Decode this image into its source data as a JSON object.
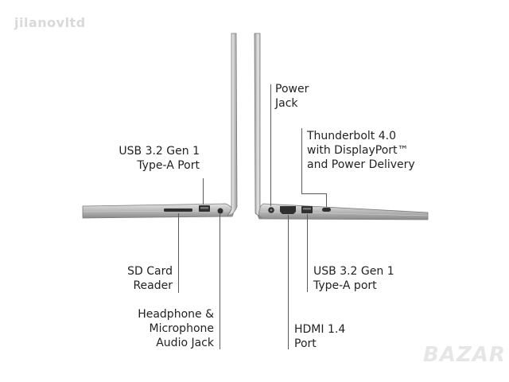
{
  "watermark": "jilanovltd",
  "brand_mark": "BAZAR",
  "colors": {
    "chassis_light": "#d7d7d7",
    "chassis_dark": "#8f8f8f",
    "port_dark": "#2f2f2f",
    "leader_line": "#5a5a5a",
    "text": "#222222"
  },
  "labels": {
    "usb_left": [
      "USB 3.2 Gen 1",
      "Type-A Port"
    ],
    "sd_card": [
      "SD Card",
      "Reader"
    ],
    "headphone": [
      "Headphone &",
      "Microphone",
      "Audio Jack"
    ],
    "power": [
      "Power",
      "Jack"
    ],
    "thunderbolt": [
      "Thunderbolt 4.0",
      "with DisplayPort™",
      "and Power Delivery"
    ],
    "usb_right": [
      "USB 3.2 Gen 1",
      "Type-A port"
    ],
    "hdmi": [
      "HDMI 1.4",
      "Port"
    ]
  }
}
